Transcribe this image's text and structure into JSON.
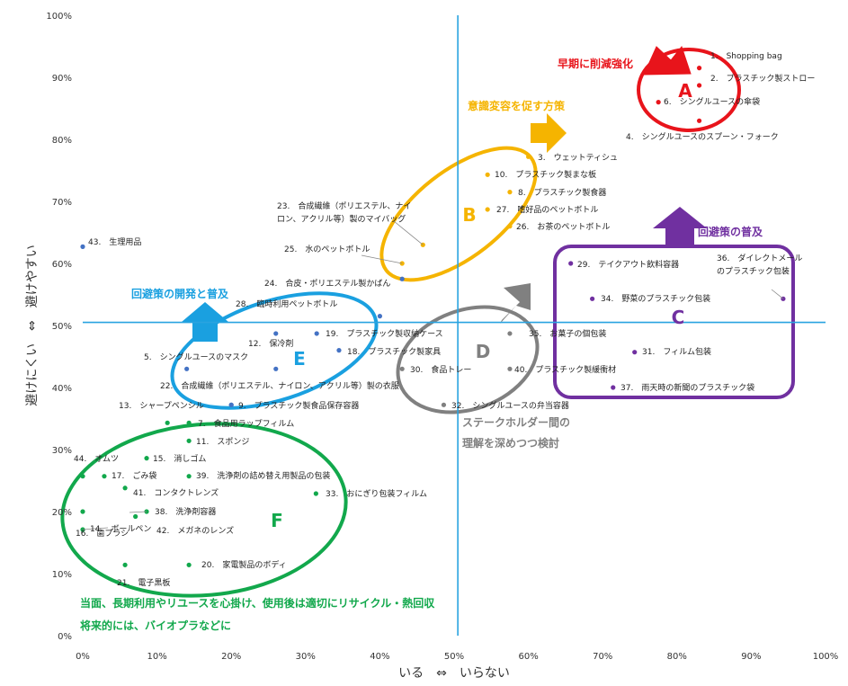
{
  "chart_data": {
    "type": "scatter",
    "xlabel": "いる　⇔　いらない",
    "ylabel": "避けにくい　⇔　避けやすい",
    "xlim": [
      0,
      100
    ],
    "ylim": [
      0,
      100
    ],
    "x_ticks": [
      "0%",
      "10%",
      "20%",
      "30%",
      "40%",
      "50%",
      "60%",
      "70%",
      "80%",
      "90%",
      "100%"
    ],
    "y_ticks": [
      "0%",
      "10%",
      "20%",
      "30%",
      "40%",
      "50%",
      "60%",
      "70%",
      "80%",
      "90%",
      "100%"
    ],
    "grid": false,
    "reference_lines": {
      "x": 50.5,
      "y": 50.5,
      "color": "#29a3e0"
    },
    "colors": {
      "A": "#e8141b",
      "B": "#f5b400",
      "C": "#7030a0",
      "D": "#808080",
      "E": "#4472c4",
      "F": "#12a84c",
      "E_ring": "#1aa0e0"
    },
    "points": [
      {
        "label": "1.　Shopping bag",
        "x": 83,
        "y": 91.5,
        "group": "A"
      },
      {
        "label": "2.　プラスチック製ストロー",
        "x": 83,
        "y": 88.7,
        "group": "A"
      },
      {
        "label": "6.　シングルユースの傘袋",
        "x": 77.5,
        "y": 86,
        "group": "A"
      },
      {
        "label": "4.　シングルユースのスプーン・フォーク",
        "x": 83,
        "y": 83,
        "group": "A"
      },
      {
        "label": "3.　ウェットティシュ",
        "x": 60,
        "y": 77.2,
        "group": "B"
      },
      {
        "label": "10.　プラスチック製まな板",
        "x": 54.5,
        "y": 74.3,
        "group": "B"
      },
      {
        "label": "8.　プラスチック製食器",
        "x": 57.5,
        "y": 71.5,
        "group": "B"
      },
      {
        "label": "27.　嗜好品のペットボトル",
        "x": 54.5,
        "y": 68.7,
        "group": "B"
      },
      {
        "label": "26.　お茶のペットボトル",
        "x": 57.5,
        "y": 66,
        "group": "B"
      },
      {
        "label": "23.　合成繊維（ポリエステル、ナイロン、アクリル等）製のマイバッグ",
        "x": 45.8,
        "y": 63,
        "group": "B"
      },
      {
        "label": "25.　水のペットボトル",
        "x": 43,
        "y": 60,
        "group": "B"
      },
      {
        "label": "43.　生理用品",
        "x": 0,
        "y": 62.7,
        "group": "E"
      },
      {
        "label": "24.　合皮・ポリエステル製かばん",
        "x": 43,
        "y": 57.5,
        "group": "E"
      },
      {
        "label": "28.　臨時利用ペットボトル",
        "x": 40,
        "y": 51.5,
        "group": "E"
      },
      {
        "label": "19.　プラスチック製収納ケース",
        "x": 31.5,
        "y": 48.7,
        "group": "E"
      },
      {
        "label": "12.　保冷剤",
        "x": 26,
        "y": 48.7,
        "group": "E"
      },
      {
        "label": "18.　プラスチック製家具",
        "x": 34.5,
        "y": 46,
        "group": "E"
      },
      {
        "label": "5.　シングルユースのマスク",
        "x": 14,
        "y": 43,
        "group": "E"
      },
      {
        "label": "22.　合成繊維（ポリエステル、ナイロン、アクリル等）製の衣服",
        "x": 26,
        "y": 43,
        "group": "E"
      },
      {
        "label": "13.　シャープペンシル",
        "x": 20,
        "y": 37.2,
        "group": "E"
      },
      {
        "label": "9.　プラスチック製食品保存容器",
        "x": 20,
        "y": 37.2,
        "group": "E"
      },
      {
        "label": "35.　お菓子の個包装",
        "x": 57.5,
        "y": 48.7,
        "group": "D"
      },
      {
        "label": "30.　食品トレー",
        "x": 43,
        "y": 43,
        "group": "D"
      },
      {
        "label": "40.　プラスチック製緩衝材",
        "x": 57.5,
        "y": 43,
        "group": "D"
      },
      {
        "label": "32.　シングルユースの弁当容器",
        "x": 48.6,
        "y": 37.2,
        "group": "D"
      },
      {
        "label": "29.　テイクアウト飲料容器",
        "x": 65.7,
        "y": 60,
        "group": "C"
      },
      {
        "label": "36.　ダイレクトメールのプラスチック包装",
        "x": 94.3,
        "y": 54.3,
        "group": "C"
      },
      {
        "label": "34.　野菜のプラスチック包装",
        "x": 68.6,
        "y": 54.3,
        "group": "C"
      },
      {
        "label": "31.　フィルム包装",
        "x": 74.3,
        "y": 45.7,
        "group": "C"
      },
      {
        "label": "37.　雨天時の新聞のプラスチック袋",
        "x": 71.4,
        "y": 40,
        "group": "C"
      },
      {
        "label": "7.　食品用ラップフィルム",
        "x": 11.4,
        "y": 34.3,
        "group": "F"
      },
      {
        "label": "7.　食品用ラップフィルム",
        "x": 14.3,
        "y": 34.3,
        "group": "F"
      },
      {
        "label": "11.　スポンジ",
        "x": 14.3,
        "y": 31.4,
        "group": "F"
      },
      {
        "label": "44.　オムツ",
        "x": 0,
        "y": 25.7,
        "group": "F"
      },
      {
        "label": "17.　ごみ袋",
        "x": 2.9,
        "y": 25.7,
        "group": "F"
      },
      {
        "label": "15.　消しゴム",
        "x": 8.6,
        "y": 28.6,
        "group": "F"
      },
      {
        "label": "39.　洗浄剤の詰め替え用製品の包装",
        "x": 14.3,
        "y": 25.7,
        "group": "F"
      },
      {
        "label": "41.　コンタクトレンズ",
        "x": 5.7,
        "y": 23.8,
        "group": "F"
      },
      {
        "label": "33.　おにぎり包装フィルム",
        "x": 31.4,
        "y": 22.9,
        "group": "F"
      },
      {
        "label": "14.　ボールペン",
        "x": 0,
        "y": 20,
        "group": "F"
      },
      {
        "label": "38.　洗浄剤容器",
        "x": 8.6,
        "y": 20,
        "group": "F"
      },
      {
        "label": "42.　メガネのレンズ",
        "x": 7.1,
        "y": 19.2,
        "group": "F"
      },
      {
        "label": "16.　歯ブラシ",
        "x": 0,
        "y": 17.1,
        "group": "F"
      },
      {
        "label": "21.　電子黒板",
        "x": 5.7,
        "y": 11.4,
        "group": "F"
      },
      {
        "label": "20.　家電製品のボディ",
        "x": 14.3,
        "y": 11.4,
        "group": "F"
      }
    ],
    "regions": [
      {
        "id": "A",
        "label": "A",
        "group": "A"
      },
      {
        "id": "B",
        "label": "B",
        "group": "B"
      },
      {
        "id": "C",
        "label": "C",
        "group": "C"
      },
      {
        "id": "D",
        "label": "D",
        "group": "D"
      },
      {
        "id": "E",
        "label": "E",
        "group": "E"
      },
      {
        "id": "F",
        "label": "F",
        "group": "F"
      }
    ],
    "annotations": [
      {
        "text": "早期に削減強化",
        "group": "A"
      },
      {
        "text": "意識変容を促す方策",
        "group": "B"
      },
      {
        "text": "回避策の普及",
        "group": "C"
      },
      {
        "text": "ステークホルダー間の",
        "group": "D"
      },
      {
        "text": "理解を深めつつ検討",
        "group": "D"
      },
      {
        "text": "回避策の開発と普及",
        "group": "E"
      },
      {
        "text": "当面、長期利用やリユースを心掛け、使用後は適切にリサイクル・熱回収",
        "group": "F"
      },
      {
        "text": "将来的には、バイオプラなどに",
        "group": "F"
      }
    ]
  }
}
